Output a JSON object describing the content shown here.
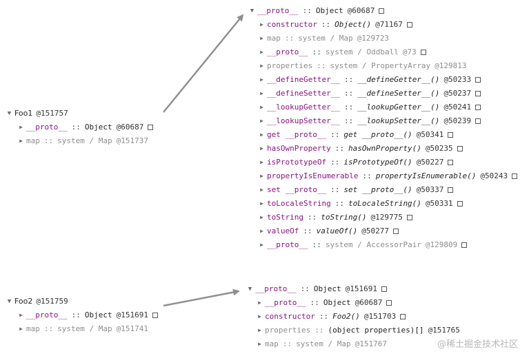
{
  "foo1": {
    "label": "Foo1",
    "id": "@151757",
    "children": [
      {
        "key": "__proto__",
        "sep": "::",
        "val": "Object",
        "id": "@60687",
        "box": true,
        "style": "purple",
        "valstyle": "plain"
      },
      {
        "key": "map",
        "sep": "::",
        "val": "system / Map",
        "id": "@151737",
        "box": false,
        "style": "gray",
        "valstyle": "gray"
      }
    ]
  },
  "foo1_proto": {
    "key": "__proto__",
    "sep": "::",
    "val": "Object",
    "id": "@60687",
    "children": [
      {
        "key": "constructor",
        "sep": "::",
        "val": "Object()",
        "id": "@71167",
        "box": true,
        "style": "purple",
        "valstyle": "italic"
      },
      {
        "key": "map",
        "sep": "::",
        "val": "system / Map",
        "id": "@129723",
        "box": false,
        "style": "gray",
        "valstyle": "gray"
      },
      {
        "key": "__proto__",
        "sep": "::",
        "val": "system / Oddball",
        "id": "@73",
        "box": true,
        "style": "purple",
        "valstyle": "gray"
      },
      {
        "key": "properties",
        "sep": "::",
        "val": "system / PropertyArray",
        "id": "@129813",
        "box": false,
        "style": "gray",
        "valstyle": "gray"
      },
      {
        "key": "__defineGetter__",
        "sep": "::",
        "val": "__defineGetter__()",
        "id": "@50233",
        "box": true,
        "style": "purple",
        "valstyle": "italic"
      },
      {
        "key": "__defineSetter__",
        "sep": "::",
        "val": "__defineSetter__()",
        "id": "@50237",
        "box": true,
        "style": "purple",
        "valstyle": "italic"
      },
      {
        "key": "__lookupGetter__",
        "sep": "::",
        "val": "__lookupGetter__()",
        "id": "@50241",
        "box": true,
        "style": "purple",
        "valstyle": "italic"
      },
      {
        "key": "__lookupSetter__",
        "sep": "::",
        "val": "__lookupSetter__()",
        "id": "@50239",
        "box": true,
        "style": "purple",
        "valstyle": "italic"
      },
      {
        "key": "get __proto__",
        "sep": "::",
        "val": "get __proto__()",
        "id": "@50341",
        "box": true,
        "style": "purple",
        "valstyle": "italic"
      },
      {
        "key": "hasOwnProperty",
        "sep": "::",
        "val": "hasOwnProperty()",
        "id": "@50235",
        "box": true,
        "style": "purple",
        "valstyle": "italic"
      },
      {
        "key": "isPrototypeOf",
        "sep": "::",
        "val": "isPrototypeOf()",
        "id": "@50227",
        "box": true,
        "style": "purple",
        "valstyle": "italic"
      },
      {
        "key": "propertyIsEnumerable",
        "sep": "::",
        "val": "propertyIsEnumerable()",
        "id": "@50243",
        "box": true,
        "style": "purple",
        "valstyle": "italic"
      },
      {
        "key": "set __proto__",
        "sep": "::",
        "val": "set __proto__()",
        "id": "@50337",
        "box": true,
        "style": "purple",
        "valstyle": "italic"
      },
      {
        "key": "toLocaleString",
        "sep": "::",
        "val": "toLocaleString()",
        "id": "@50331",
        "box": true,
        "style": "purple",
        "valstyle": "italic"
      },
      {
        "key": "toString",
        "sep": "::",
        "val": "toString()",
        "id": "@129775",
        "box": true,
        "style": "purple",
        "valstyle": "italic"
      },
      {
        "key": "valueOf",
        "sep": "::",
        "val": "valueOf()",
        "id": "@50277",
        "box": true,
        "style": "purple",
        "valstyle": "italic"
      },
      {
        "key": "__proto__",
        "sep": "::",
        "val": "system / AccessorPair",
        "id": "@129809",
        "box": true,
        "style": "purple",
        "valstyle": "gray"
      }
    ]
  },
  "foo2": {
    "label": "Foo2",
    "id": "@151759",
    "children": [
      {
        "key": "__proto__",
        "sep": "::",
        "val": "Object",
        "id": "@151691",
        "box": true,
        "style": "purple",
        "valstyle": "plain"
      },
      {
        "key": "map",
        "sep": "::",
        "val": "system / Map",
        "id": "@151741",
        "box": false,
        "style": "gray",
        "valstyle": "gray"
      }
    ]
  },
  "foo2_proto": {
    "key": "__proto__",
    "sep": "::",
    "val": "Object",
    "id": "@151691",
    "children": [
      {
        "key": "__proto__",
        "sep": "::",
        "val": "Object",
        "id": "@60687",
        "box": true,
        "style": "purple",
        "valstyle": "plain"
      },
      {
        "key": "constructor",
        "sep": "::",
        "val": "Foo2()",
        "id": "@151703",
        "box": true,
        "style": "purple",
        "valstyle": "italic"
      },
      {
        "key": "properties",
        "sep": "::",
        "val": "(object properties)[]",
        "id": "@151765",
        "box": false,
        "style": "gray",
        "valstyle": "plain"
      },
      {
        "key": "map",
        "sep": "::",
        "val": "system / Map",
        "id": "@151767",
        "box": false,
        "style": "gray",
        "valstyle": "gray"
      }
    ]
  },
  "icons": {
    "collapsed": "collapsed-triangle-icon",
    "expanded": "expanded-triangle-icon",
    "reveal": "reveal-box-icon"
  },
  "colors": {
    "key_purple": "#881280",
    "key_gray": "#8d8d8d",
    "arrow": "#8f8f8f"
  },
  "watermark": "@稀土掘金技术社区"
}
